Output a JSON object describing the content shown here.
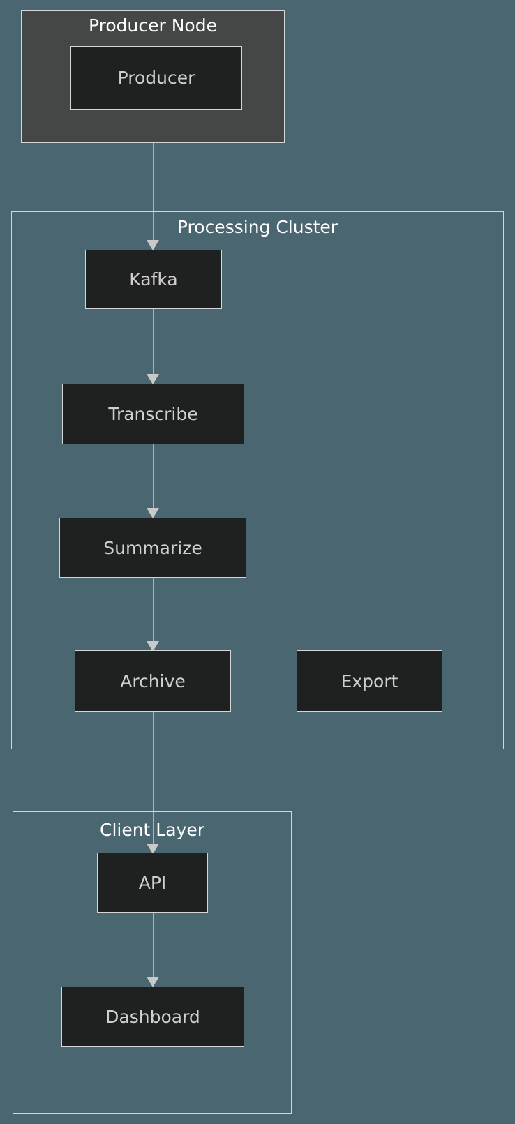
{
  "diagram": {
    "title": "",
    "background_color": "#4a6670",
    "subgraph_fill": "#454746",
    "node_fill": "#1f2020",
    "border_color": "#d6d6d6",
    "edge_color": "#b0b0b0",
    "node_text_color": "#cfcfcf",
    "subgraph_text_color": "#ffffff",
    "orientation": "top-to-bottom",
    "subgraphs": [
      {
        "id": "producer_node",
        "label": "Producer Node"
      },
      {
        "id": "processing_cluster",
        "label": "Processing Cluster"
      },
      {
        "id": "client_layer",
        "label": "Client Layer"
      }
    ],
    "nodes": [
      {
        "id": "producer",
        "label": "Producer",
        "group": "producer_node"
      },
      {
        "id": "kafka",
        "label": "Kafka",
        "group": "processing_cluster"
      },
      {
        "id": "transcribe",
        "label": "Transcribe",
        "group": "processing_cluster"
      },
      {
        "id": "summarize",
        "label": "Summarize",
        "group": "processing_cluster"
      },
      {
        "id": "archive",
        "label": "Archive",
        "group": "processing_cluster"
      },
      {
        "id": "export",
        "label": "Export",
        "group": "processing_cluster"
      },
      {
        "id": "api",
        "label": "API",
        "group": "client_layer"
      },
      {
        "id": "dashboard",
        "label": "Dashboard",
        "group": "client_layer"
      }
    ],
    "edges": [
      {
        "from": "producer",
        "to": "kafka"
      },
      {
        "from": "kafka",
        "to": "transcribe"
      },
      {
        "from": "transcribe",
        "to": "summarize"
      },
      {
        "from": "summarize",
        "to": "archive"
      },
      {
        "from": "archive",
        "to": "api"
      },
      {
        "from": "api",
        "to": "dashboard"
      }
    ]
  }
}
